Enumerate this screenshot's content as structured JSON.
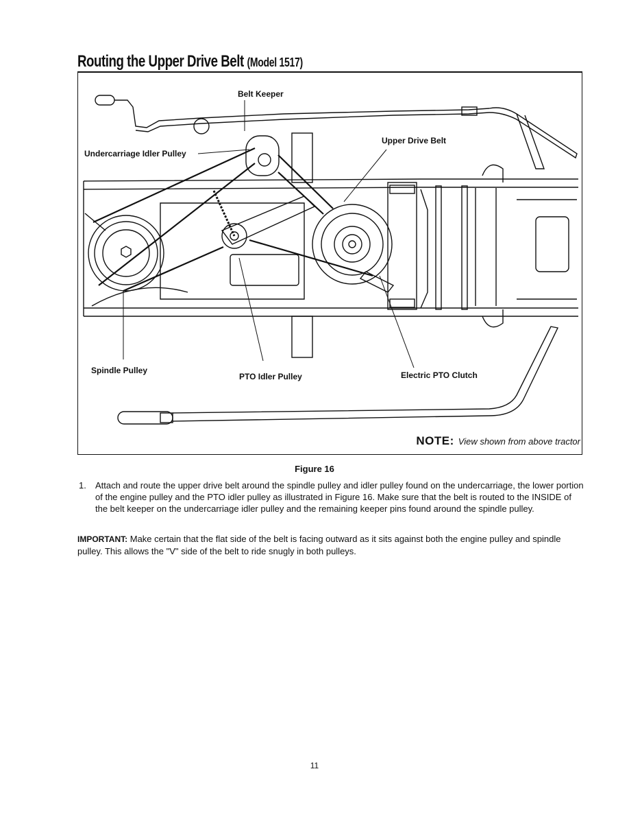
{
  "heading": {
    "main": "Routing the Upper Drive Belt",
    "model": "(Model 1517)"
  },
  "figure": {
    "labels": {
      "belt_keeper": "Belt Keeper",
      "undercarriage_idler_pulley": "Undercarriage Idler Pulley",
      "upper_drive_belt": "Upper Drive Belt",
      "spindle_pulley": "Spindle Pulley",
      "pto_idler_pulley": "PTO Idler Pulley",
      "electric_pto_clutch": "Electric PTO Clutch"
    },
    "note_label": "NOTE:",
    "note_text": "View shown from above tractor",
    "caption": "Figure 16"
  },
  "instructions": [
    {
      "number": "1.",
      "text": "Attach and route the upper drive belt around the spindle pulley and idler pulley found on the undercarriage, the lower portion of the engine pulley and the PTO idler pulley as illustrated in Figure 16. Make sure that the belt is routed to the INSIDE of the belt keeper on the undercarriage idler pulley and the remaining keeper pins found around the spindle pulley."
    }
  ],
  "important": {
    "label": "IMPORTANT:",
    "text": "Make certain that the flat side of the belt is facing outward as it sits against both the engine pulley and spindle pulley. This allows the \"V\" side of the belt to ride snugly in both pulleys."
  },
  "page_number": "11"
}
